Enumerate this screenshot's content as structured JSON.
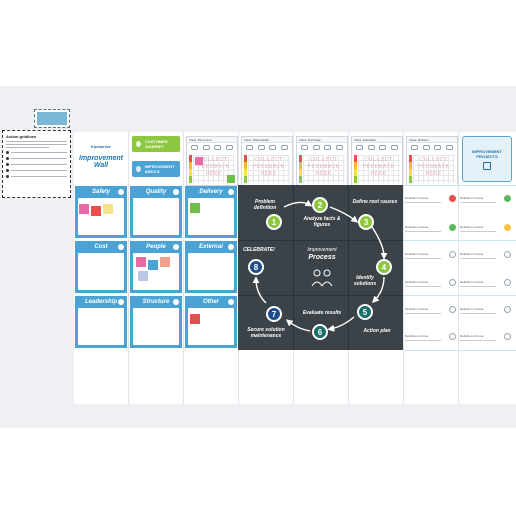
{
  "colors": {
    "brand_blue": "#4aa3d4",
    "dark_process": "#3b4349",
    "green_step": "#8dc63f",
    "blue_step": "#1e4e8c",
    "teal_step": "#1a6e6a",
    "note_red": "#e94e4e",
    "note_pink": "#e86aa5",
    "note_yellow": "#f5e28a",
    "note_green": "#6cc04a",
    "lamp_red": "#e94e4e",
    "lamp_green": "#5cb85c",
    "lamp_yellow": "#f6c344"
  },
  "side_panel": {
    "title": "Action gridlines"
  },
  "wall": {
    "brand": "Kanbanize",
    "title": "Improvement Wall"
  },
  "tags": {
    "customer": "CUSTOMER JOURNEY",
    "improvement": "IMPROVEMENT AREA'S"
  },
  "voc_cards": [
    {
      "header": "Voice: Personnel"
    },
    {
      "header": "Voice: Shareholder"
    },
    {
      "header": "Voice: Purchase"
    },
    {
      "header": "Voice: Education"
    },
    {
      "header": "Voice: Delivery"
    }
  ],
  "voc_watermark": [
    "COLLECT",
    "FEEDBACK",
    "HERE"
  ],
  "projects_card": "IMPROVEMENT PROJECTS",
  "categories": [
    {
      "label": "Safety",
      "icon": "plus-icon"
    },
    {
      "label": "Quality",
      "icon": "plus-icon"
    },
    {
      "label": "Delivery",
      "icon": "plus-icon"
    },
    {
      "label": "Cost",
      "icon": "plus-icon"
    },
    {
      "label": "People",
      "icon": "plus-icon"
    },
    {
      "label": "External",
      "icon": "plus-icon"
    },
    {
      "label": "Leadership",
      "icon": "plus-icon"
    },
    {
      "label": "Structure",
      "icon": "plus-icon"
    },
    {
      "label": "Other",
      "icon": "plus-icon"
    }
  ],
  "process": {
    "title_top": "Improvement",
    "title_main": "Process",
    "steps": [
      {
        "num": "1",
        "label": "Problem definition"
      },
      {
        "num": "2",
        "label": "Analyze facts & figures"
      },
      {
        "num": "3",
        "label": "Define root causes"
      },
      {
        "num": "4",
        "label": "Identify solutions"
      },
      {
        "num": "5",
        "label": "Action plan"
      },
      {
        "num": "6",
        "label": "Evaluate results"
      },
      {
        "num": "7",
        "label": "Secure solution maintenance"
      },
      {
        "num": "8",
        "label": "CELEBRATE!"
      }
    ]
  },
  "project_label": "Definition of done"
}
